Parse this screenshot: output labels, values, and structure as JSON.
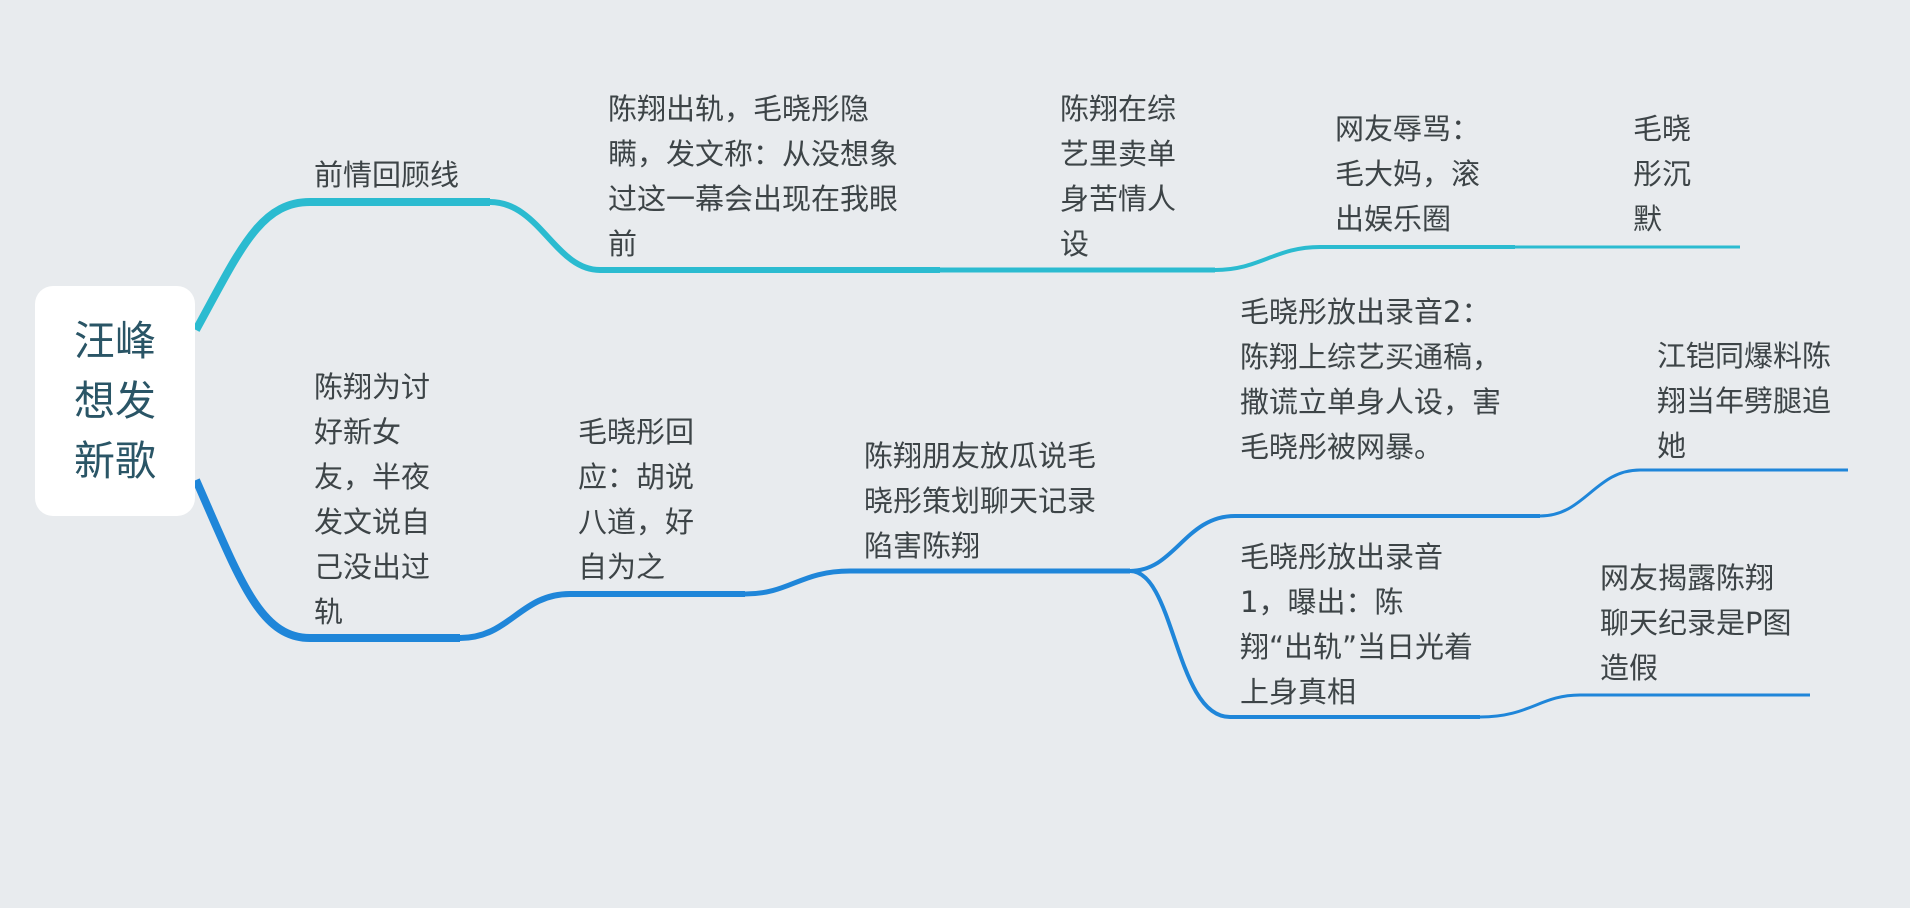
{
  "colors": {
    "background": "#e8ebee",
    "branch_top": "#2bbbd0",
    "branch_bottom": "#1f86d9",
    "root_text": "#2a5566",
    "node_text": "#3d4447"
  },
  "root": {
    "label": "汪峰想发新歌"
  },
  "nodes": {
    "recap": "前情回顾线",
    "cheat_hide": "陈翔出轨，毛晓彤隐瞒，发文称：从没想象过这一幕会出现在我眼前",
    "variety_single": "陈翔在综艺里卖单身苦情人设",
    "netizen_insult": "网友辱骂：毛大妈，滚出娱乐圈",
    "silent": "毛晓彤沉默",
    "please_gf": "陈翔为讨好新女友，半夜发文说自己没出过轨",
    "mxt_reply": "毛晓彤回应：胡说八道，好自为之",
    "friend_leak": "陈翔朋友放瓜说毛晓彤策划聊天记录陷害陈翔",
    "audio2": "毛晓彤放出录音2：陈翔上综艺买通稿，撒谎立单身人设，害毛晓彤被网暴。",
    "jiang_kaitong": "江铠同爆料陈翔当年劈腿追她",
    "audio1": "毛晓彤放出录音1，曝出：陈翔“出轨”当日光着上身真相",
    "netizen_fake": "网友揭露陈翔聊天纪录是P图造假"
  }
}
